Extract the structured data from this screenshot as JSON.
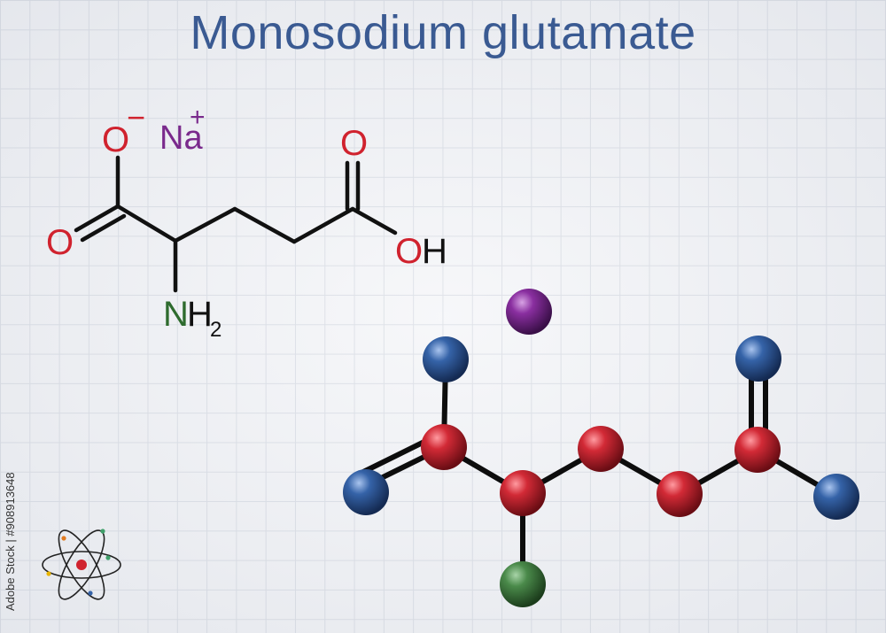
{
  "title": "Monosodium glutamate",
  "structural_formula": {
    "atom_O_minus": "O",
    "charge_minus": "−",
    "atom_Na": "Na",
    "charge_plus": "+",
    "atom_O_carbonyl_left": "O",
    "atom_O_carbonyl_right": "O",
    "atom_O_hydroxyl": "O",
    "atom_H_hydroxyl": "H",
    "atom_N": "N",
    "atom_H_amine": "H",
    "subscript_2": "2"
  },
  "stock_watermark_id": "Adobe Stock | #908913648",
  "colors": {
    "oxygen": "#d0222e",
    "sodium": "#7a2a8c",
    "nitrogen": "#2e6b2e",
    "bond": "#111111",
    "title": "#3a5a92",
    "ball_carbon": "#b8202c",
    "ball_oxygen": "#2e5a9a",
    "ball_nitrogen": "#3f7a3f",
    "ball_sodium": "#7a2a8c"
  },
  "icons": [
    "atom-logo-icon"
  ]
}
